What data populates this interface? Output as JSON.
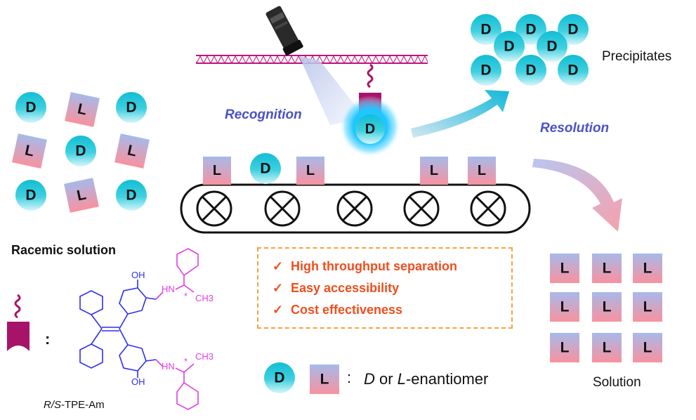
{
  "tokens": {
    "d": "D",
    "l": "L"
  },
  "labels": {
    "recognition": "Recognition",
    "resolution": "Resolution",
    "precipitates": "Precipitates",
    "racemic": "Racemic solution",
    "solution": "Solution",
    "compound_prefix": "R/S",
    "compound_suffix": "-TPE-Am",
    "colon": ":",
    "legend_colon": ":",
    "legend_text_d": "D",
    "legend_text_or": " or ",
    "legend_text_l": "L",
    "legend_text_rest": "-enantiomer"
  },
  "features": {
    "check": "✓",
    "items": [
      "High throughput separation",
      "Easy accessibility",
      "Cost effectiveness"
    ]
  },
  "molecule": {
    "oh_top": "OH",
    "oh_bottom": "OH",
    "hn_top": "HN",
    "hn_bottom": "HN",
    "ch3_top": "CH3",
    "ch3_bottom": "CH3",
    "star": "*"
  },
  "colors": {
    "d_top": "#1fc3d8",
    "d_bottom": "#c9f2f7",
    "l_top": "#a9b8e8",
    "l_bottom": "#f79aa6",
    "magenta": "#a8136a",
    "molecule_blue": "#2e2ef0",
    "molecule_pink": "#e03ee0",
    "accent_orange": "#f04e1e",
    "dash_orange": "#f5a33b",
    "label_blue": "#4a52c8"
  }
}
